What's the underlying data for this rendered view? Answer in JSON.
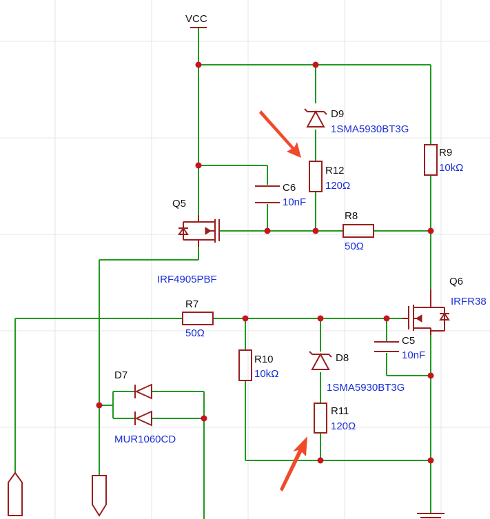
{
  "power": {
    "vcc_label": "VCC"
  },
  "components": {
    "D9": {
      "ref": "D9",
      "value": "1SMA5930BT3G"
    },
    "R12": {
      "ref": "R12",
      "value": "120Ω"
    },
    "R9": {
      "ref": "R9",
      "value": "10kΩ"
    },
    "C6": {
      "ref": "C6",
      "value": "10nF"
    },
    "R8": {
      "ref": "R8",
      "value": "50Ω"
    },
    "Q5": {
      "ref": "Q5",
      "value": "IRF4905PBF"
    },
    "Q6": {
      "ref": "Q6",
      "value": "IRFR38"
    },
    "R7": {
      "ref": "R7",
      "value": "50Ω"
    },
    "C5": {
      "ref": "C5",
      "value": "10nF"
    },
    "R10": {
      "ref": "R10",
      "value": "10kΩ"
    },
    "D8": {
      "ref": "D8",
      "value": "1SMA5930BT3G"
    },
    "R11": {
      "ref": "R11",
      "value": "120Ω"
    },
    "D7": {
      "ref": "D7",
      "value": "MUR1060CD"
    }
  },
  "colors": {
    "wire": "#1f9a1f",
    "component": "#9a1f1f",
    "junction": "#c8141e",
    "reference_text": "#111111",
    "value_text": "#1a2fd6",
    "annotation_arrow": "#f04a2a"
  }
}
